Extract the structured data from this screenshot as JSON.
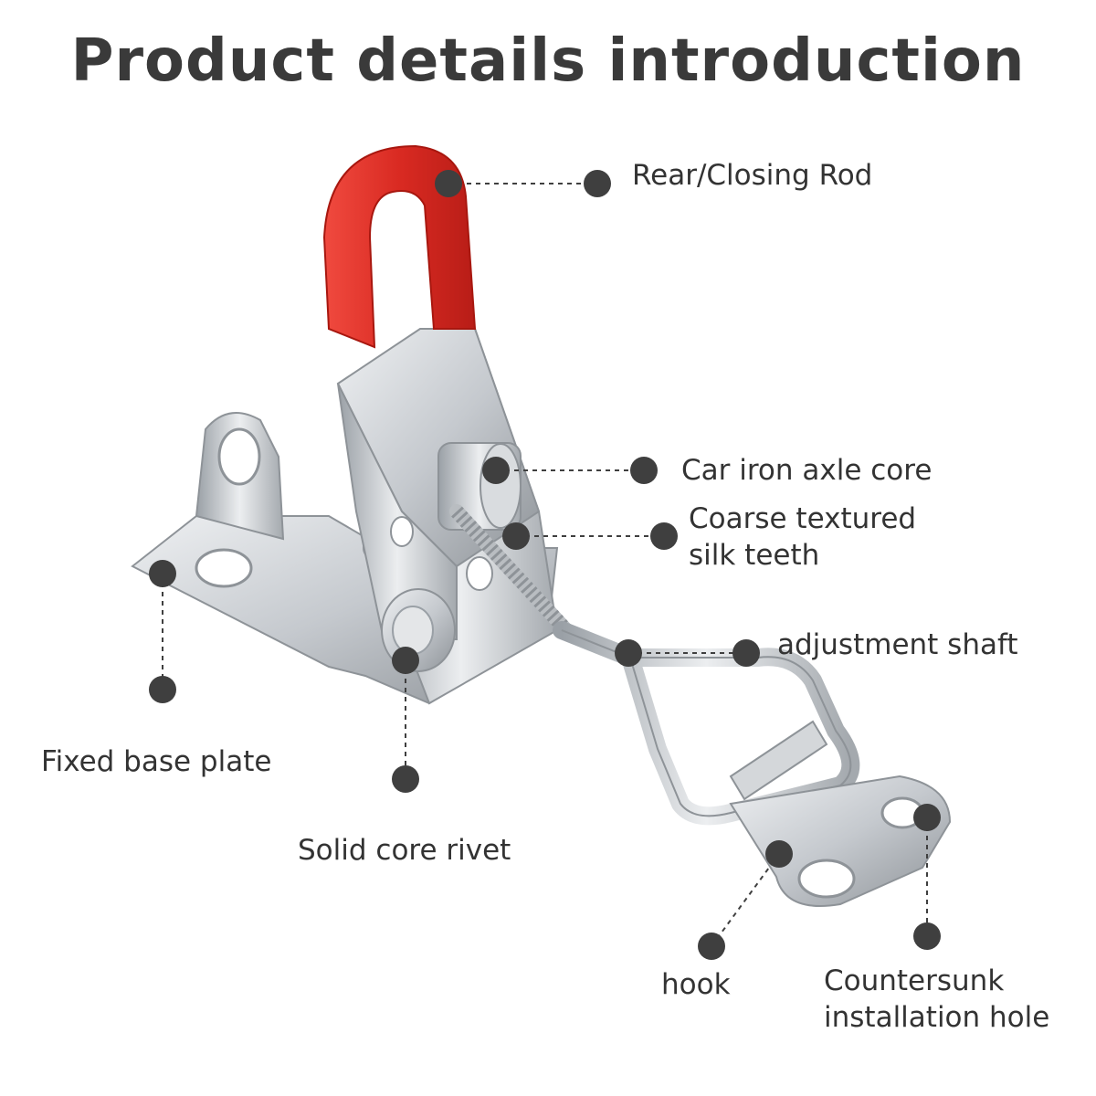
{
  "title": "Product details introduction",
  "colors": {
    "accent_red": "#e0322b",
    "steel": "#c9ccd0",
    "steel_dark": "#8b9096",
    "marker": "#3f3f3f",
    "text": "#333333"
  },
  "labels": {
    "rear_rod": "Rear/Closing Rod",
    "axle_core": "Car iron axle core",
    "silk_teeth_1": "Coarse textured",
    "silk_teeth_2": "silk teeth",
    "adjust_shaft": "adjustment shaft",
    "base_plate": "Fixed base plate",
    "rivet": "Solid core rivet",
    "hook": "hook",
    "hole_1": "Countersunk",
    "hole_2": "installation hole"
  }
}
